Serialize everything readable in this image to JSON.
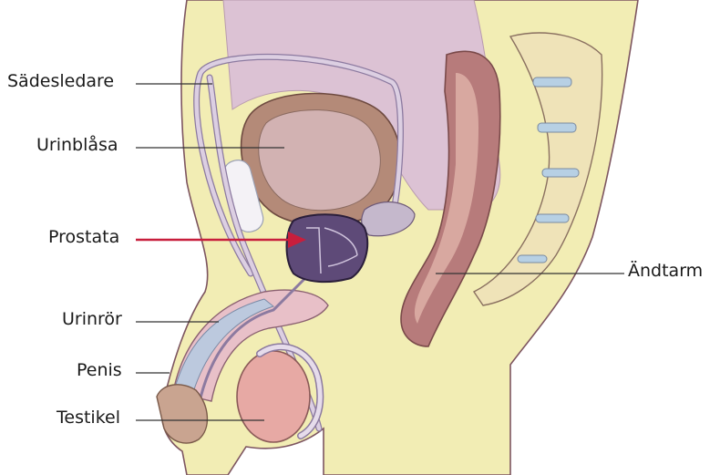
{
  "labels": {
    "vas_deferens": "Sädesledare",
    "bladder": "Urinblåsa",
    "prostate": "Prostata",
    "urethra": "Urinrör",
    "penis": "Penis",
    "testicle": "Testikel",
    "rectum": "Ändtarm"
  },
  "colors": {
    "skin": "#f2edb4",
    "fat_dots": "#e2b98c",
    "outline": "#7d5560",
    "abdomen": "#dcc2d4",
    "bladder_wall": "#b48a78",
    "bladder_lumen": "#d2b2b2",
    "prostate": "#5e4a78",
    "prostate_outline": "#2a1e3a",
    "rectum": "#b77b7b",
    "rectum_light": "#d8a8a0",
    "vertebra": "#f0e6c0",
    "disc": "#b7d0e4",
    "tube": "#dccfe2",
    "penis_tissue": "#e8c0c8",
    "glans": "#c9a490",
    "testicle": "#e7a9a4",
    "arrow": "#c81e3c",
    "leader_line": "#333333"
  }
}
